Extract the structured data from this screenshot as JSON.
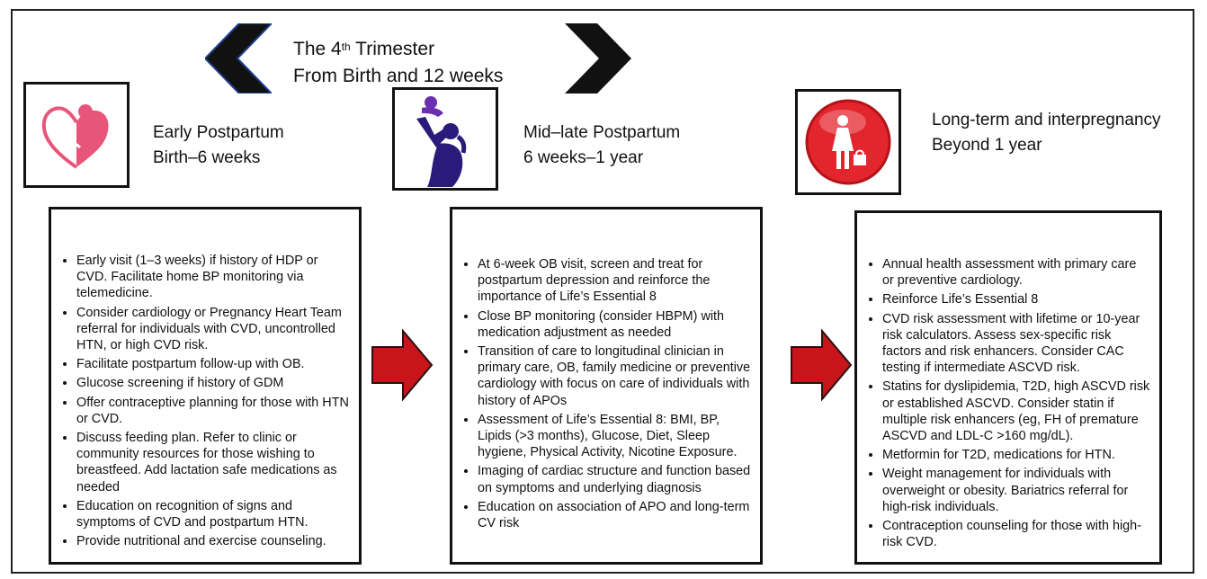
{
  "title": {
    "line1_main": "The 4",
    "line1_sup": "th",
    "line1_rest": " Trimester",
    "line2": "From Birth and 12 weeks"
  },
  "colors": {
    "chevron": "#111111",
    "chevron_edge": "#1f3f8f",
    "arrow_red": "#c8141b",
    "heart_pink": "#e8557a",
    "silhouette": "#2a1a7a",
    "red_circle": "#e3262d"
  },
  "phases": [
    {
      "icon": "mother-heart-icon",
      "label_line1": "Early Postpartum",
      "label_line2": "Birth–6 weeks",
      "items": [
        "Early visit (1–3 weeks) if history of HDP or CVD. Facilitate home BP monitoring via telemedicine.",
        "Consider cardiology or Pregnancy Heart Team referral for individuals with CVD, uncontrolled HTN, or high CVD risk.",
        "Facilitate postpartum follow-up with OB.",
        "Glucose screening if history of GDM",
        "Offer contraceptive planning for those with HTN or CVD.",
        "Discuss feeding plan. Refer to clinic or community resources for those wishing to breastfeed. Add lactation safe medications as needed",
        "Education on recognition of signs and symptoms of CVD and postpartum HTN.",
        "Provide nutritional and exercise counseling."
      ]
    },
    {
      "icon": "mother-lifting-baby-icon",
      "label_line1": "Mid–late Postpartum",
      "label_line2": "6 weeks–1 year",
      "items": [
        "At 6-week OB visit, screen and treat for postpartum depression and reinforce the importance of Life’s Essential 8",
        "Close BP monitoring (consider HBPM) with medication adjustment as needed",
        "Transition of care to longitudinal clinician in primary care, OB, family medicine or preventive cardiology with focus on care of individuals with history of APOs",
        "Assessment of Life’s Essential 8: BMI, BP, Lipids (>3 months), Glucose, Diet, Sleep hygiene, Physical Activity, Nicotine Exposure.",
        "Imaging of cardiac structure and function based on symptoms and underlying diagnosis",
        "Education on association of APO and long-term CV risk"
      ]
    },
    {
      "icon": "woman-with-bag-icon",
      "label_line1": "Long-term and interpregnancy",
      "label_line2": "Beyond 1 year",
      "items": [
        "Annual health assessment with primary care or preventive cardiology.",
        "Reinforce Life’s Essential 8",
        "CVD risk assessment with lifetime or 10-year risk calculators. Assess sex-specific risk factors and risk enhancers. Consider CAC testing if intermediate ASCVD risk.",
        "Statins for dyslipidemia, T2D, high ASCVD risk or established ASCVD. Consider statin if multiple risk enhancers (eg, FH of premature ASCVD and LDL-C >160 mg/dL).",
        "Metformin for T2D, medications for HTN.",
        "Weight management for individuals with overweight or obesity. Bariatrics referral for high-risk individuals.",
        "Contraception counseling for those with high-risk CVD."
      ]
    }
  ]
}
